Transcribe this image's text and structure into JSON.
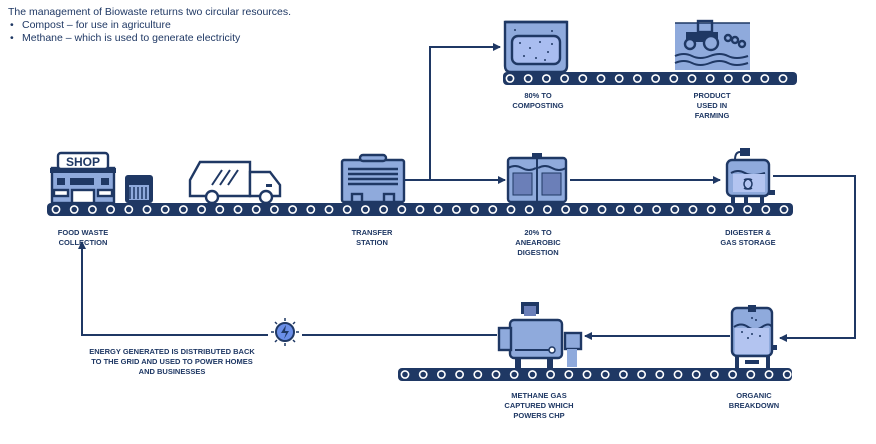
{
  "intro": {
    "heading": "The management of Biowaste returns two circular resources.",
    "bullets": [
      "Compost – for use in agriculture",
      "Methane – which is used to generate electricity"
    ]
  },
  "colors": {
    "navy": "#1f3864",
    "light_blue": "#8faadc"
  },
  "stages": {
    "food_waste": {
      "lines": [
        "FOOD WASTE",
        "COLLECTION"
      ],
      "icon": "shop-icon",
      "sign": "SHOP"
    },
    "transfer": {
      "lines": [
        "TRANSFER",
        "STATION"
      ],
      "icon": "transfer-station-icon"
    },
    "composting": {
      "lines": [
        "80% TO",
        "COMPOSTING"
      ],
      "icon": "compost-bin-icon"
    },
    "farming": {
      "lines": [
        "PRODUCT",
        "USED IN",
        "FARMING"
      ],
      "icon": "tractor-icon"
    },
    "anaerobic": {
      "lines": [
        "20% TO",
        "ANEAROBIC",
        "DIGESTION"
      ],
      "icon": "digestion-tank-icon"
    },
    "digester": {
      "lines": [
        "DIGESTER &",
        "GAS STORAGE"
      ],
      "icon": "digester-icon"
    },
    "organic": {
      "lines": [
        "ORGANIC",
        "BREAKDOWN"
      ],
      "icon": "breakdown-tank-icon"
    },
    "chp": {
      "lines": [
        "METHANE GAS",
        "CAPTURED WHICH",
        "POWERS CHP"
      ],
      "icon": "chp-engine-icon"
    },
    "energy": {
      "lines": [
        "ENERGY GENERATED IS DISTRIBUTED BACK",
        "TO THE GRID AND USED TO POWER HOMES",
        "AND BUSINESSES"
      ],
      "icon": "lightning-icon"
    }
  }
}
